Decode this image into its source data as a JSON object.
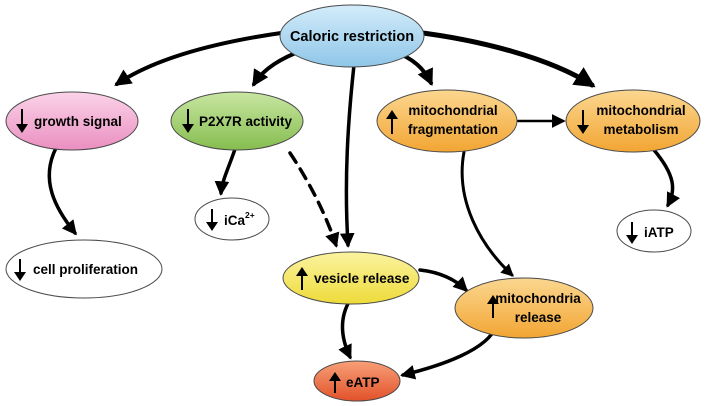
{
  "nodes": {
    "caloric_restriction": {
      "label": "Caloric restriction",
      "fill": "#a9d4ee"
    },
    "growth_signal": {
      "label": "growth signal",
      "arrow": "down",
      "fill": "#f2a7cf"
    },
    "p2x7r_activity": {
      "label": "P2X7R activity",
      "arrow": "down",
      "fill": "#9fcf6b"
    },
    "mito_fragmentation": {
      "lines": [
        "mitochondrial",
        "fragmentation"
      ],
      "arrow": "up",
      "fill": "#f6b84c"
    },
    "mito_metabolism": {
      "lines": [
        "mitochondrial",
        "metabolism"
      ],
      "arrow": "down",
      "fill": "#f6b84c"
    },
    "ica": {
      "label": "iCa",
      "superscript": "2+",
      "arrow": "down",
      "fill": "#ffffff"
    },
    "cell_proliferation": {
      "label": "cell proliferation",
      "arrow": "down",
      "fill": "#ffffff"
    },
    "iatp": {
      "label": "iATP",
      "arrow": "down",
      "fill": "#ffffff"
    },
    "vesicle_release": {
      "label": "vesicle release",
      "arrow": "up",
      "fill": "#f3e65a"
    },
    "mitochondria_release": {
      "lines": [
        "mitochondria",
        "release"
      ],
      "arrow": "up",
      "fill": "#f6b84c"
    },
    "eatp": {
      "label": "eATP",
      "arrow": "up",
      "fill": "#ee6a3c"
    }
  },
  "edges": [
    {
      "from": "caloric_restriction",
      "to": "growth_signal",
      "style": "solid"
    },
    {
      "from": "caloric_restriction",
      "to": "p2x7r_activity",
      "style": "solid"
    },
    {
      "from": "caloric_restriction",
      "to": "vesicle_release",
      "style": "solid"
    },
    {
      "from": "caloric_restriction",
      "to": "mito_fragmentation",
      "style": "solid"
    },
    {
      "from": "caloric_restriction",
      "to": "mito_metabolism",
      "style": "solid"
    },
    {
      "from": "growth_signal",
      "to": "cell_proliferation",
      "style": "solid"
    },
    {
      "from": "p2x7r_activity",
      "to": "ica",
      "style": "solid"
    },
    {
      "from": "p2x7r_activity",
      "to": "vesicle_release",
      "style": "dashed"
    },
    {
      "from": "mito_fragmentation",
      "to": "mito_metabolism",
      "style": "solid"
    },
    {
      "from": "mito_fragmentation",
      "to": "mitochondria_release",
      "style": "solid"
    },
    {
      "from": "mito_metabolism",
      "to": "iatp",
      "style": "solid"
    },
    {
      "from": "vesicle_release",
      "to": "mitochondria_release",
      "style": "solid"
    },
    {
      "from": "vesicle_release",
      "to": "eatp",
      "style": "solid"
    },
    {
      "from": "mitochondria_release",
      "to": "eatp",
      "style": "solid"
    }
  ]
}
